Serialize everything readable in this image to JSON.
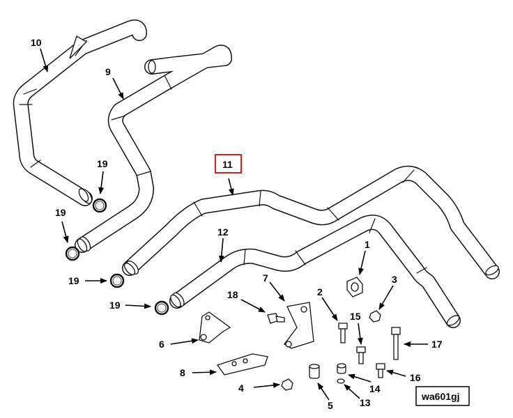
{
  "callouts": {
    "c1": "1",
    "c2": "2",
    "c3": "3",
    "c4": "4",
    "c5": "5",
    "c6": "6",
    "c7": "7",
    "c8": "8",
    "c9": "9",
    "c10": "10",
    "c11": "11",
    "c12": "12",
    "c13": "13",
    "c14": "14",
    "c15": "15",
    "c16": "16",
    "c17": "17",
    "c19a": "19",
    "c19b": "19",
    "c19c": "19",
    "c19d": "19",
    "c18": "18"
  },
  "highlight_color": "#d32020",
  "drawing_code": "wa601gj"
}
